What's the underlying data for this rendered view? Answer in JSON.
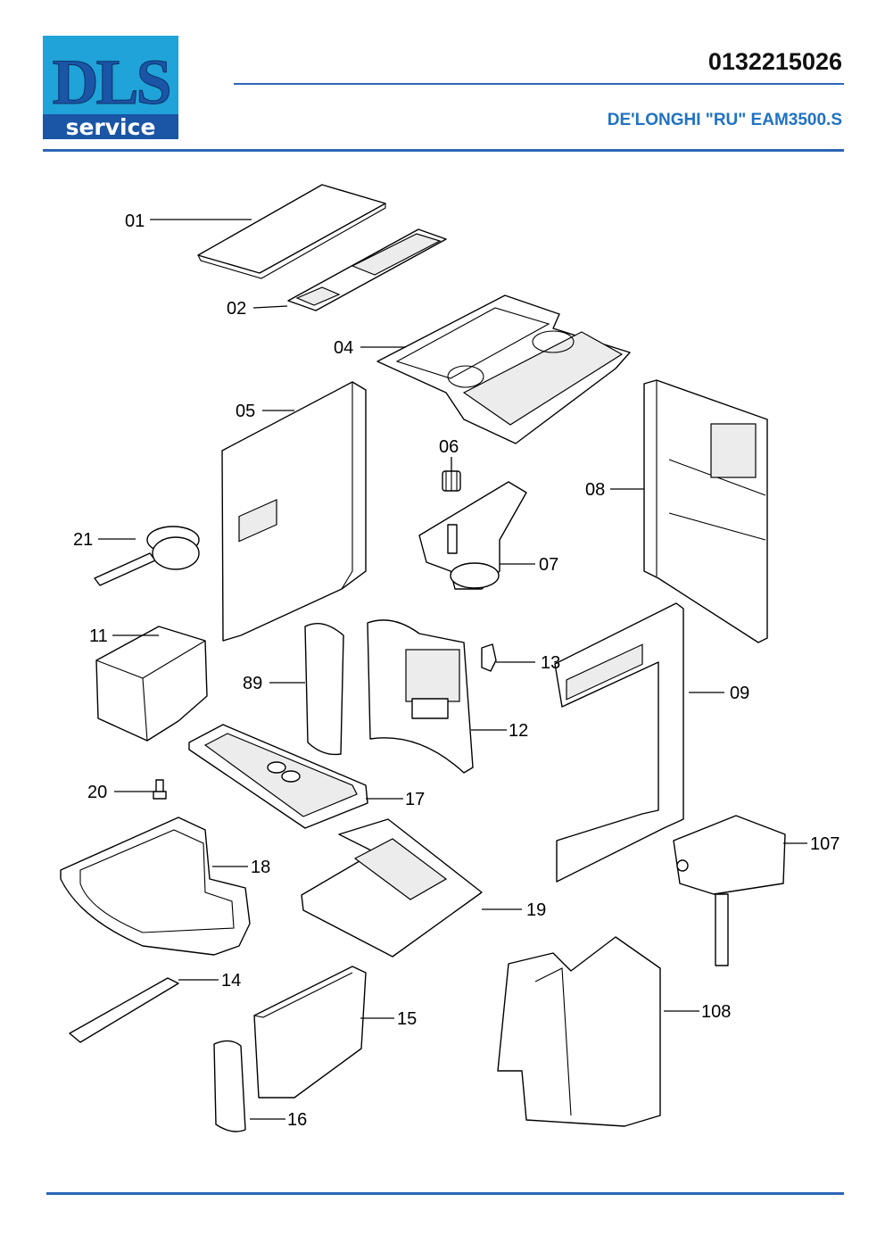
{
  "header": {
    "logo_top": "DLS",
    "logo_bottom": "service",
    "doc_number": "0132215026",
    "model": "DE'LONGHI \"RU\" EAM3500.S"
  },
  "colors": {
    "brand_blue": "#1a55a6",
    "logo_cyan": "#1fa3d8",
    "title_blue": "#1f72c4",
    "rule_blue": "#2b66b8"
  },
  "parts": {
    "p01": "01",
    "p02": "02",
    "p04": "04",
    "p05": "05",
    "p06": "06",
    "p07": "07",
    "p08": "08",
    "p09": "09",
    "p11": "11",
    "p12": "12",
    "p13": "13",
    "p14": "14",
    "p15": "15",
    "p16": "16",
    "p17": "17",
    "p18": "18",
    "p19": "19",
    "p20": "20",
    "p21": "21",
    "p89": "89",
    "p107": "107",
    "p108": "108"
  }
}
